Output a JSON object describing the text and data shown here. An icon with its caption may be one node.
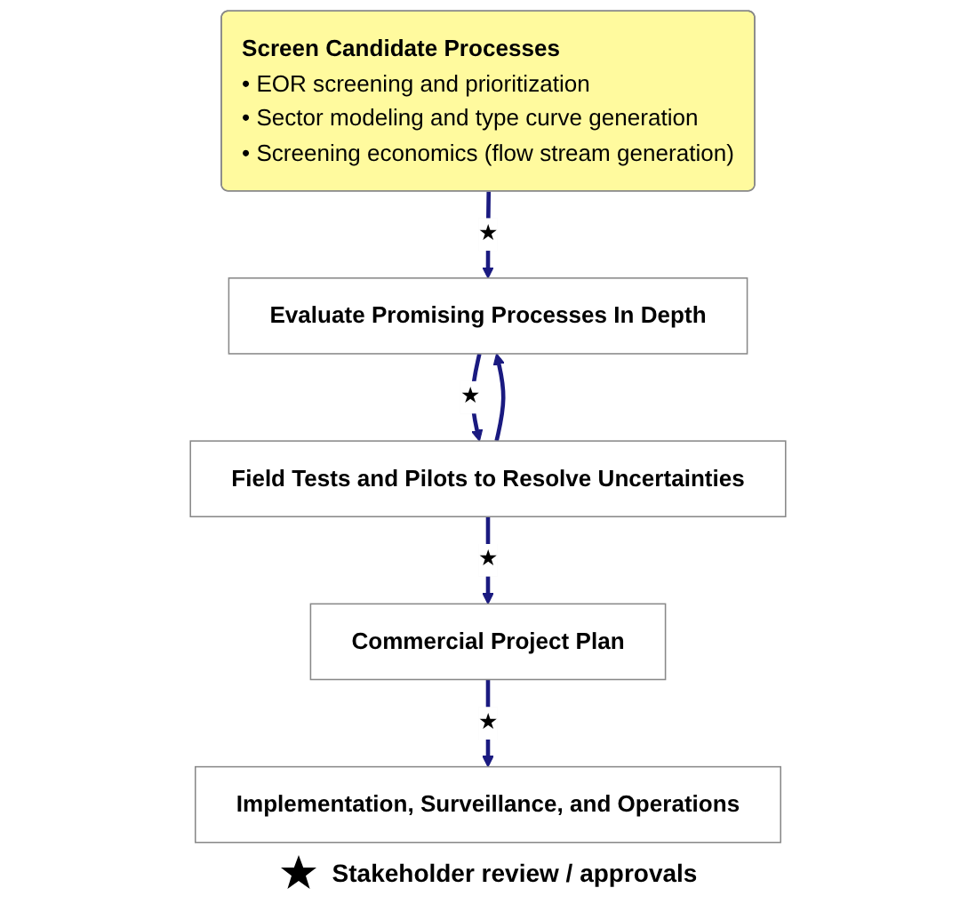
{
  "diagram": {
    "nodes": [
      {
        "text": [
          "Screen Candidate Processes",
          "• EOR screening and prioritization",
          "• Sector modeling and type curve generation",
          "• Screening economics (flow stream generation)"
        ]
      },
      {
        "text": [
          "Evaluate Promising Processes In Depth"
        ]
      },
      {
        "text": [
          "Field Tests and Pilots to Resolve Uncertainties"
        ]
      },
      {
        "text": [
          "Commercial Project Plan"
        ]
      },
      {
        "text": [
          "Implementation, Surveillance, and Operations"
        ]
      }
    ],
    "edges": [
      {
        "from": 0,
        "to": 1,
        "arrow": "to",
        "label": "★"
      },
      {
        "from": 1,
        "to": 2,
        "arrow": "to",
        "label": "★"
      },
      {
        "from": 2,
        "to": 1,
        "arrow": "to"
      },
      {
        "from": 2,
        "to": 3,
        "arrow": "to",
        "label": "★"
      },
      {
        "from": 3,
        "to": 4,
        "arrow": "to",
        "label": "★"
      }
    ],
    "legend": [
      {
        "text": "Stakeholder review / approvals"
      }
    ]
  }
}
